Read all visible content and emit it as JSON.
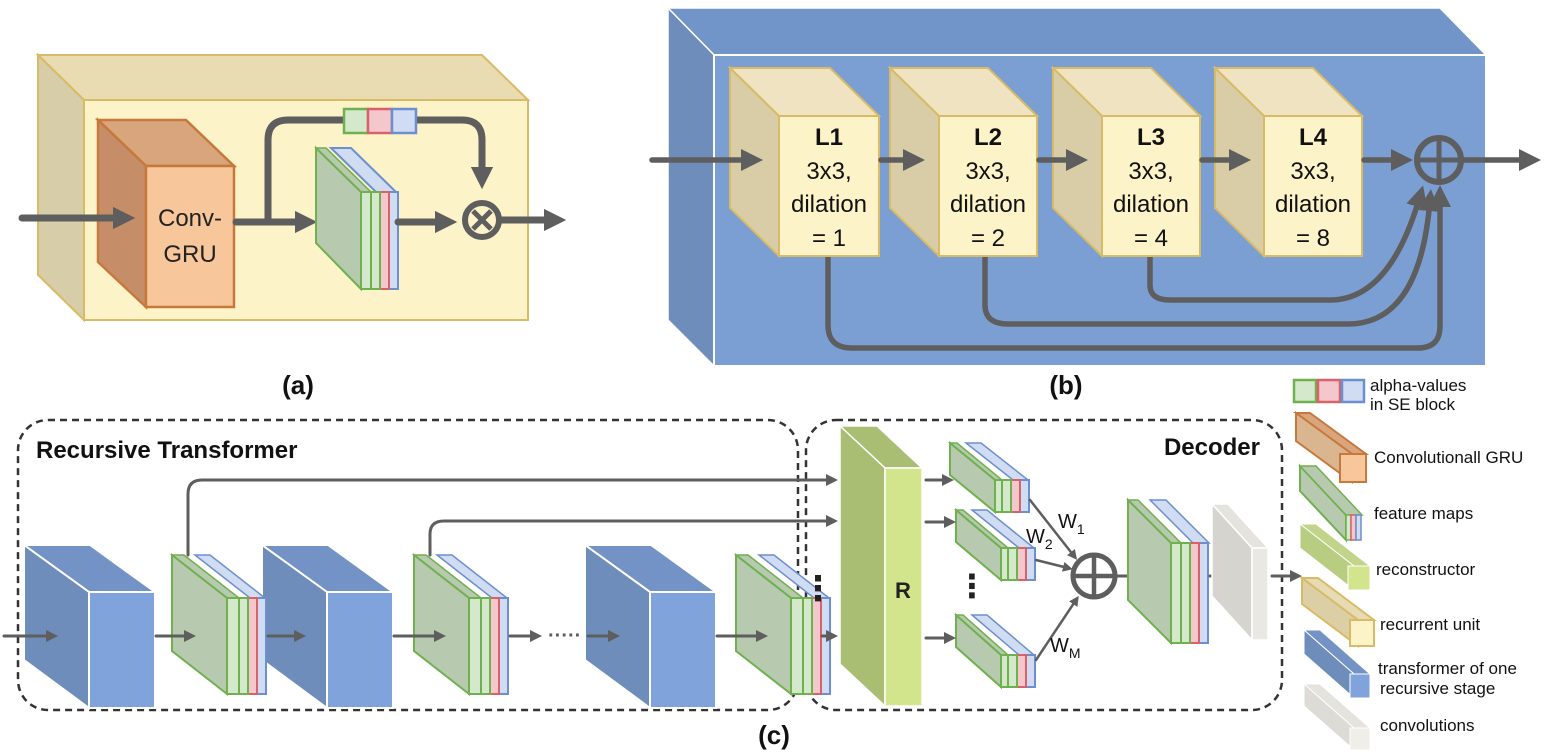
{
  "panel_a": {
    "caption": "(a)",
    "gru_label_line1": "Conv-",
    "gru_label_line2": "GRU"
  },
  "panel_b": {
    "caption": "(b)",
    "layers": [
      {
        "name": "L1",
        "line1": "3x3,",
        "line2": "dilation",
        "line3": "= 1"
      },
      {
        "name": "L2",
        "line1": "3x3,",
        "line2": "dilation",
        "line3": "= 2"
      },
      {
        "name": "L3",
        "line1": "3x3,",
        "line2": "dilation",
        "line3": "= 4"
      },
      {
        "name": "L4",
        "line1": "3x3,",
        "line2": "dilation",
        "line3": "= 8"
      }
    ]
  },
  "panel_c": {
    "caption": "(c)",
    "transformer_title": "Recursive Transformer",
    "decoder_title": "Decoder",
    "reconstructor_letter": "R",
    "weights": {
      "w1_base": "W",
      "w1_sub": "1",
      "w2_base": "W",
      "w2_sub": "2",
      "wm_base": "W",
      "wm_sub": "M"
    },
    "vertical_dots": "⋮",
    "horizontal_dots": "·····"
  },
  "legend": [
    {
      "kind": "alpha",
      "line1": "alpha-values",
      "line2": "in SE block"
    },
    {
      "kind": "gru",
      "line1": "Convolutionall GRU"
    },
    {
      "kind": "feature",
      "line1": "feature maps"
    },
    {
      "kind": "reconstructor",
      "line1": "reconstructor"
    },
    {
      "kind": "recurrent",
      "line1": "recurrent unit"
    },
    {
      "kind": "transformer",
      "line1": "transformer of one",
      "line2": "recursive stage"
    },
    {
      "kind": "convolutions",
      "line1": "convolutions"
    }
  ],
  "colors": {
    "arrow": "#5e5e5e",
    "yellow_front": "#fdf3c8",
    "yellow_edge": "#d9bb66",
    "blue_panel": "#7c9fd3",
    "blue_front": "#7fa3da",
    "green_map": "#b7c9ae",
    "green_edge": "#6fb04f",
    "red_edge": "#d9616a",
    "blue_edge": "#6d8fcf",
    "gru_front": "#f7c79b",
    "gru_edge": "#c7793c",
    "reconstructor": "#d2e58c",
    "convolutions": "#e9e8e3"
  }
}
